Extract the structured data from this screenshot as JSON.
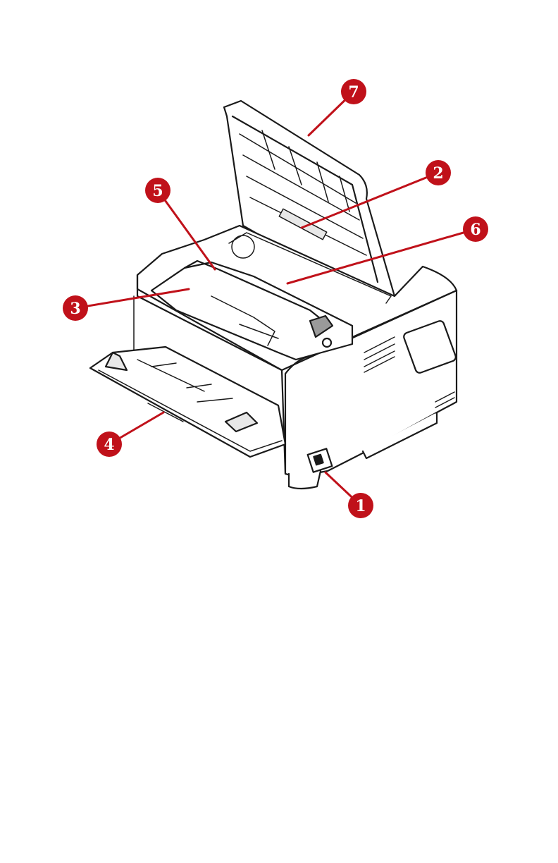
{
  "colors": {
    "callout": "#c0111a",
    "ink": "#1a1a1a",
    "panel": "#ffffff",
    "shade": "#e8e8e8"
  },
  "illustration": {
    "subject": "printer-with-top-cover-open",
    "icon": "printer-icon"
  },
  "callouts": [
    {
      "number": "1"
    },
    {
      "number": "2"
    },
    {
      "number": "3"
    },
    {
      "number": "4"
    },
    {
      "number": "5"
    },
    {
      "number": "6"
    },
    {
      "number": "7"
    }
  ]
}
